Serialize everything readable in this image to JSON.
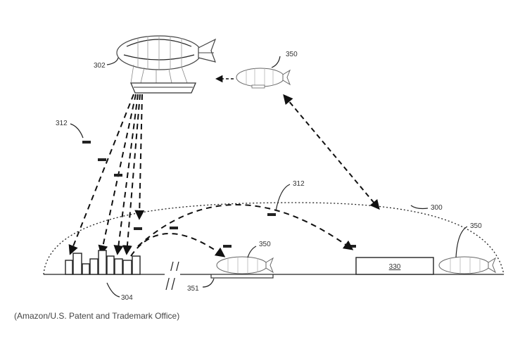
{
  "figure": {
    "labels": {
      "airship_main": "302",
      "uav_top_left": "312",
      "uav_mid": "312",
      "airship_far": "350",
      "airship_center": "350",
      "airship_right": "350",
      "dome": "300",
      "fulfillment_center": "330",
      "city": "304",
      "landing_pad": "351"
    }
  },
  "caption": "(Amazon/U.S. Patent and Trademark Office)"
}
